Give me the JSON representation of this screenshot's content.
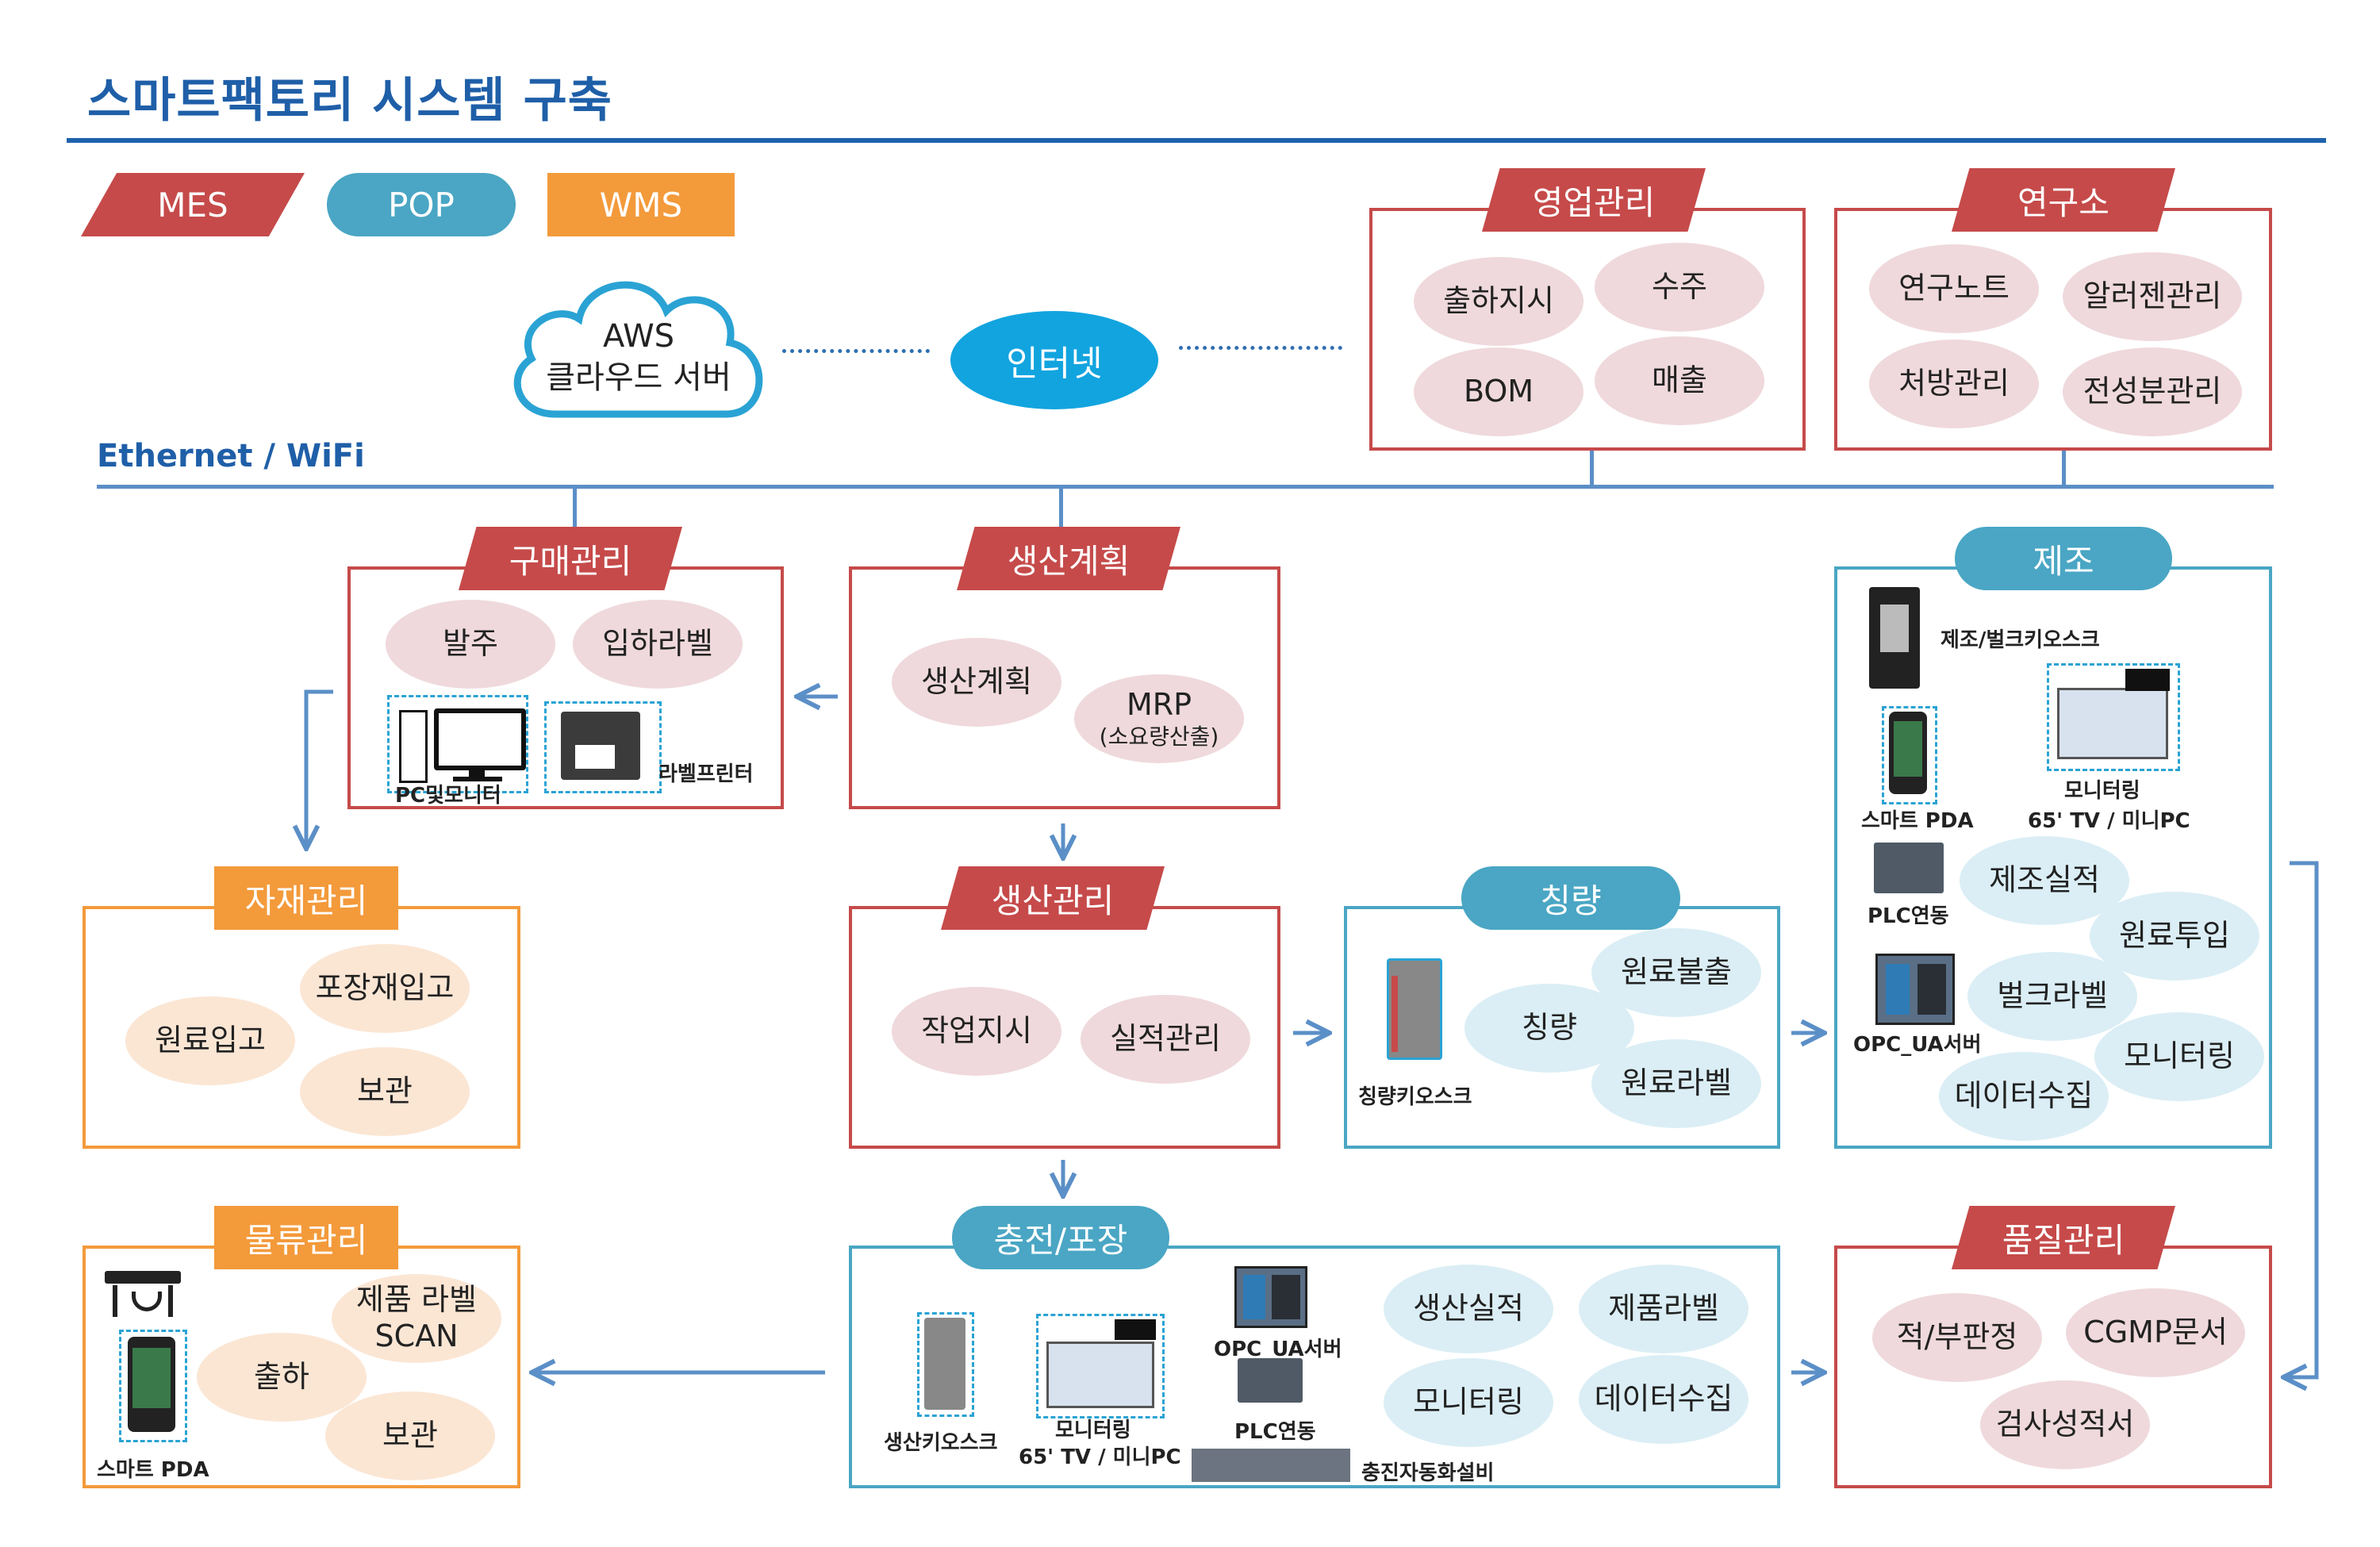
{
  "title": "스마트팩토리 시스템 구축",
  "legend": {
    "mes": "MES",
    "pop": "POP",
    "wms": "WMS"
  },
  "cloud": {
    "line1": "AWS",
    "line2": "클라우드 서버"
  },
  "internet": "인터넷",
  "network_label": "Ethernet / WiFi",
  "sales": {
    "title": "영업관리",
    "items": [
      "출하지시",
      "수주",
      "BOM",
      "매출"
    ]
  },
  "lab": {
    "title": "연구소",
    "items": [
      "연구노트",
      "알러젠관리",
      "처방관리",
      "전성분관리"
    ]
  },
  "purchase": {
    "title": "구매관리",
    "items": [
      "발주",
      "입하라벨"
    ],
    "devices": [
      "PC및모니터",
      "라벨프린터"
    ]
  },
  "plan": {
    "title": "생산계획",
    "items": [
      "생산계획",
      "MRP",
      "(소요량산출)"
    ]
  },
  "material": {
    "title": "자재관리",
    "items": [
      "포장재입고",
      "원료입고",
      "보관"
    ]
  },
  "production": {
    "title": "생산관리",
    "items": [
      "작업지시",
      "실적관리"
    ]
  },
  "weighing": {
    "title": "칭량",
    "items": [
      "원료불출",
      "칭량",
      "원료라벨"
    ],
    "devices": [
      "칭량키오스크"
    ]
  },
  "manufacturing": {
    "title": "제조",
    "items": [
      "제조실적",
      "원료투입",
      "벌크라벨",
      "모니터링",
      "데이터수집"
    ],
    "devices": [
      "제조/벌크키오스크",
      "스마트 PDA",
      "모니터링",
      "65' TV / 미니PC",
      "PLC연동",
      "OPC_UA서버"
    ]
  },
  "logistics": {
    "title": "물류관리",
    "items": [
      "제품 라벨",
      "SCAN",
      "출하",
      "보관"
    ],
    "devices": [
      "스마트 PDA"
    ]
  },
  "packing": {
    "title": "충전/포장",
    "items": [
      "생산실적",
      "제품라벨",
      "모니터링",
      "데이터수집"
    ],
    "devices": [
      "생산키오스크",
      "모니터링",
      "65' TV / 미니PC",
      "OPC_UA서버",
      "PLC연동",
      "충진자동화설비"
    ]
  },
  "quality": {
    "title": "품질관리",
    "items": [
      "적/부판정",
      "CGMP문서",
      "검사성적서"
    ]
  },
  "colors": {
    "mes": "#c64a4a",
    "pop": "#4aa6c4",
    "wms": "#f39a3b",
    "line": "#5b8fc7",
    "title": "#1f5fa8"
  }
}
